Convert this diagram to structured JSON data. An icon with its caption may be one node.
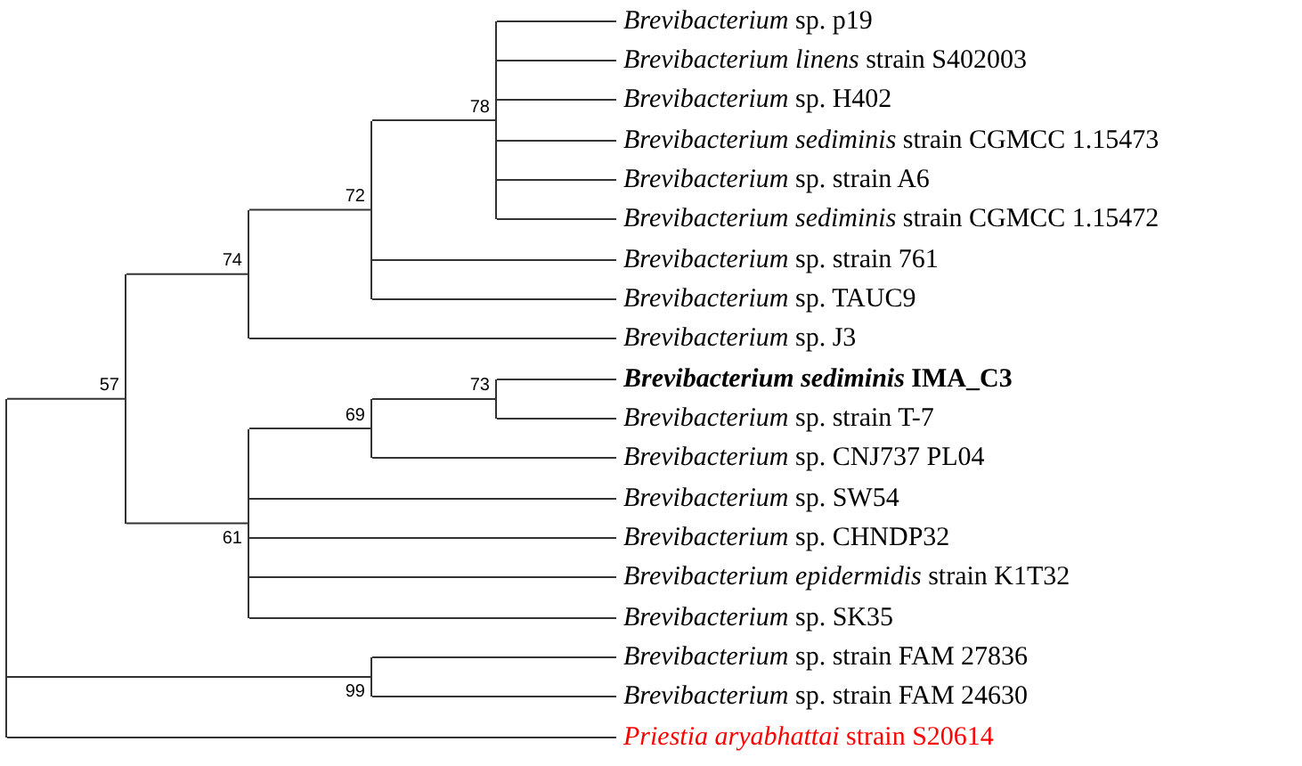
{
  "diagram": {
    "nodes": [
      {
        "text": [
          "*Brevibacterium* sp. p19"
        ]
      },
      {
        "text": [
          "*Brevibacterium linens* strain S402003"
        ]
      },
      {
        "text": [
          "*Brevibacterium* sp. H402"
        ]
      },
      {
        "text": [
          "*Brevibacterium sediminis* strain CGMCC 1.15473"
        ]
      },
      {
        "text": [
          "*Brevibacterium* sp. strain A6"
        ]
      },
      {
        "text": [
          "*Brevibacterium sediminis* strain CGMCC 1.15472"
        ]
      },
      {
        "text": [
          "*Brevibacterium* sp. strain 761"
        ]
      },
      {
        "text": [
          "*Brevibacterium* sp. TAUC9"
        ]
      },
      {
        "text": [
          "*Brevibacterium* sp. J3"
        ]
      },
      {
        "text": [
          "*Brevibacterium sediminis* IMA_C3"
        ]
      },
      {
        "text": [
          "*Brevibacterium* sp. strain T-7"
        ]
      },
      {
        "text": [
          "*Brevibacterium* sp. CNJ737 PL04"
        ]
      },
      {
        "text": [
          "*Brevibacterium* sp. SW54"
        ]
      },
      {
        "text": [
          "*Brevibacterium* sp. CHNDP32"
        ]
      },
      {
        "text": [
          "*Brevibacterium epidermidis* strain K1T32"
        ]
      },
      {
        "text": [
          "*Brevibacterium* sp. SK35"
        ]
      },
      {
        "text": [
          "*Brevibacterium* sp. strain FAM 27836"
        ]
      },
      {
        "text": [
          "*Brevibacterium* sp. strain FAM 24630"
        ]
      },
      {
        "text": [
          "*Priestia aryabhattai* strain S20614"
        ]
      },
      {
        "text": [],
        "shape": "line"
      },
      {
        "text": [],
        "shape": "line",
        "beside": [
          "57"
        ]
      },
      {
        "text": [],
        "shape": "line",
        "beside": [
          "74"
        ]
      },
      {
        "text": [],
        "shape": "line",
        "beside": [
          "72"
        ]
      },
      {
        "text": [],
        "shape": "line",
        "beside": [
          "78"
        ]
      },
      {
        "text": [],
        "shape": "line",
        "beside": [
          "61"
        ]
      },
      {
        "text": [],
        "shape": "line",
        "beside": [
          "69"
        ]
      },
      {
        "text": [],
        "shape": "line",
        "beside": [
          "73"
        ]
      },
      {
        "text": [],
        "shape": "line",
        "beside": [
          "99"
        ]
      }
    ],
    "edges": [
      {
        "from": 19,
        "to": 20,
        "arrow": "none"
      },
      {
        "from": 19,
        "to": 27,
        "arrow": "none"
      },
      {
        "from": 19,
        "to": 18,
        "arrow": "none"
      },
      {
        "from": 20,
        "to": 21,
        "arrow": "none"
      },
      {
        "from": 20,
        "to": 24,
        "arrow": "none"
      },
      {
        "from": 21,
        "to": 22,
        "arrow": "none"
      },
      {
        "from": 21,
        "to": 8,
        "arrow": "none"
      },
      {
        "from": 22,
        "to": 23,
        "arrow": "none"
      },
      {
        "from": 22,
        "to": 6,
        "arrow": "none"
      },
      {
        "from": 22,
        "to": 7,
        "arrow": "none"
      },
      {
        "from": 23,
        "to": 0,
        "arrow": "none"
      },
      {
        "from": 23,
        "to": 1,
        "arrow": "none"
      },
      {
        "from": 23,
        "to": 2,
        "arrow": "none"
      },
      {
        "from": 23,
        "to": 3,
        "arrow": "none"
      },
      {
        "from": 23,
        "to": 4,
        "arrow": "none"
      },
      {
        "from": 23,
        "to": 5,
        "arrow": "none"
      },
      {
        "from": 24,
        "to": 25,
        "arrow": "none"
      },
      {
        "from": 24,
        "to": 12,
        "arrow": "none"
      },
      {
        "from": 24,
        "to": 13,
        "arrow": "none"
      },
      {
        "from": 24,
        "to": 14,
        "arrow": "none"
      },
      {
        "from": 24,
        "to": 15,
        "arrow": "none"
      },
      {
        "from": 25,
        "to": 26,
        "arrow": "none"
      },
      {
        "from": 25,
        "to": 11,
        "arrow": "none"
      },
      {
        "from": 26,
        "to": 9,
        "arrow": "none"
      },
      {
        "from": 26,
        "to": 10,
        "arrow": "none"
      },
      {
        "from": 27,
        "to": 16,
        "arrow": "none"
      },
      {
        "from": 27,
        "to": 17,
        "arrow": "none"
      }
    ]
  }
}
